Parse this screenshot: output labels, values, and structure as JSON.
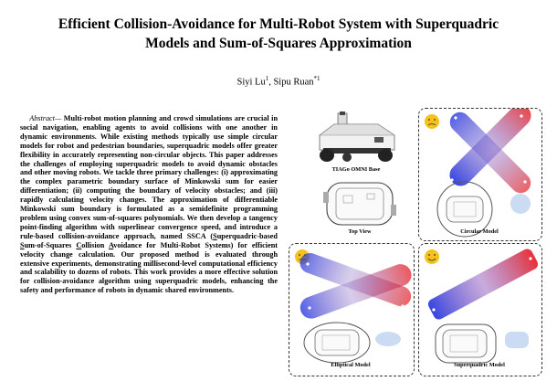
{
  "paper": {
    "title_line1": "Efficient Collision-Avoidance for Multi-Robot System with Superquadric",
    "title_line2": "Models and Sum-of-Squares Approximation",
    "author1": "Siyi Lu",
    "author1_sup": "1",
    "author_sep": ", ",
    "author2": "Sipu Ruan",
    "author2_sup": "*1"
  },
  "abstract": {
    "lead": "Abstract—",
    "text_a": " Multi-robot motion planning and crowd simulations are crucial in social navigation, enabling agents to avoid collisions with one another in dynamic environments. While existing methods typically use simple circular models for robot and pedestrian boundaries, superquadric models offer greater flexibility in accurately representing non-circular objects. This paper addresses the challenges of employing superquadric models to avoid dynamic obstacles and other moving robots. We tackle three primary challenges: (i) approximating the complex parametric boundary surface of Minkowski sum for easier differentiation; (ii) computing the boundary of velocity obstacles; and (iii) rapidly calculating velocity changes. The approximation of differentiable Minkowski sum boundary is formulated as a semidefinite programming problem using convex sum-of-squares polynomials. We then develop a tangency point-finding algorithm with superlinear convergence speed, and introduce a rule-based collision-avoidance approach, named SSCA (",
    "u1": "S",
    "t1": "uperquadric-based ",
    "u2": "S",
    "t2": "um-of-Squares ",
    "u3": "C",
    "t3": "ollision ",
    "u4": "A",
    "text_b": "voidance for Multi-Robot Systems) for efficient velocity change calculation. Our proposed method is evaluated through extensive experiments, demonstrating millisecond-level computational efficiency and scalability to dozens of robots. This work provides a more effective solution for collision-avoidance algorithm using superquadric models, enhancing the safety and performance of robots in dynamic shared environments."
  },
  "figure": {
    "robot_caption": "TIAGo OMNI Base",
    "topview_caption": "Top View",
    "circular_caption": "Circular Model",
    "elliptical_caption": "Elliptical Model",
    "superquadric_caption": "Superquadric Model",
    "colors": {
      "red": "#e8262a",
      "blue": "#2a3be0",
      "emoji": "#f5c21b"
    },
    "icons": [
      "robot-photo",
      "face-sad-icon",
      "face-neutral-icon",
      "face-happy-icon"
    ]
  }
}
